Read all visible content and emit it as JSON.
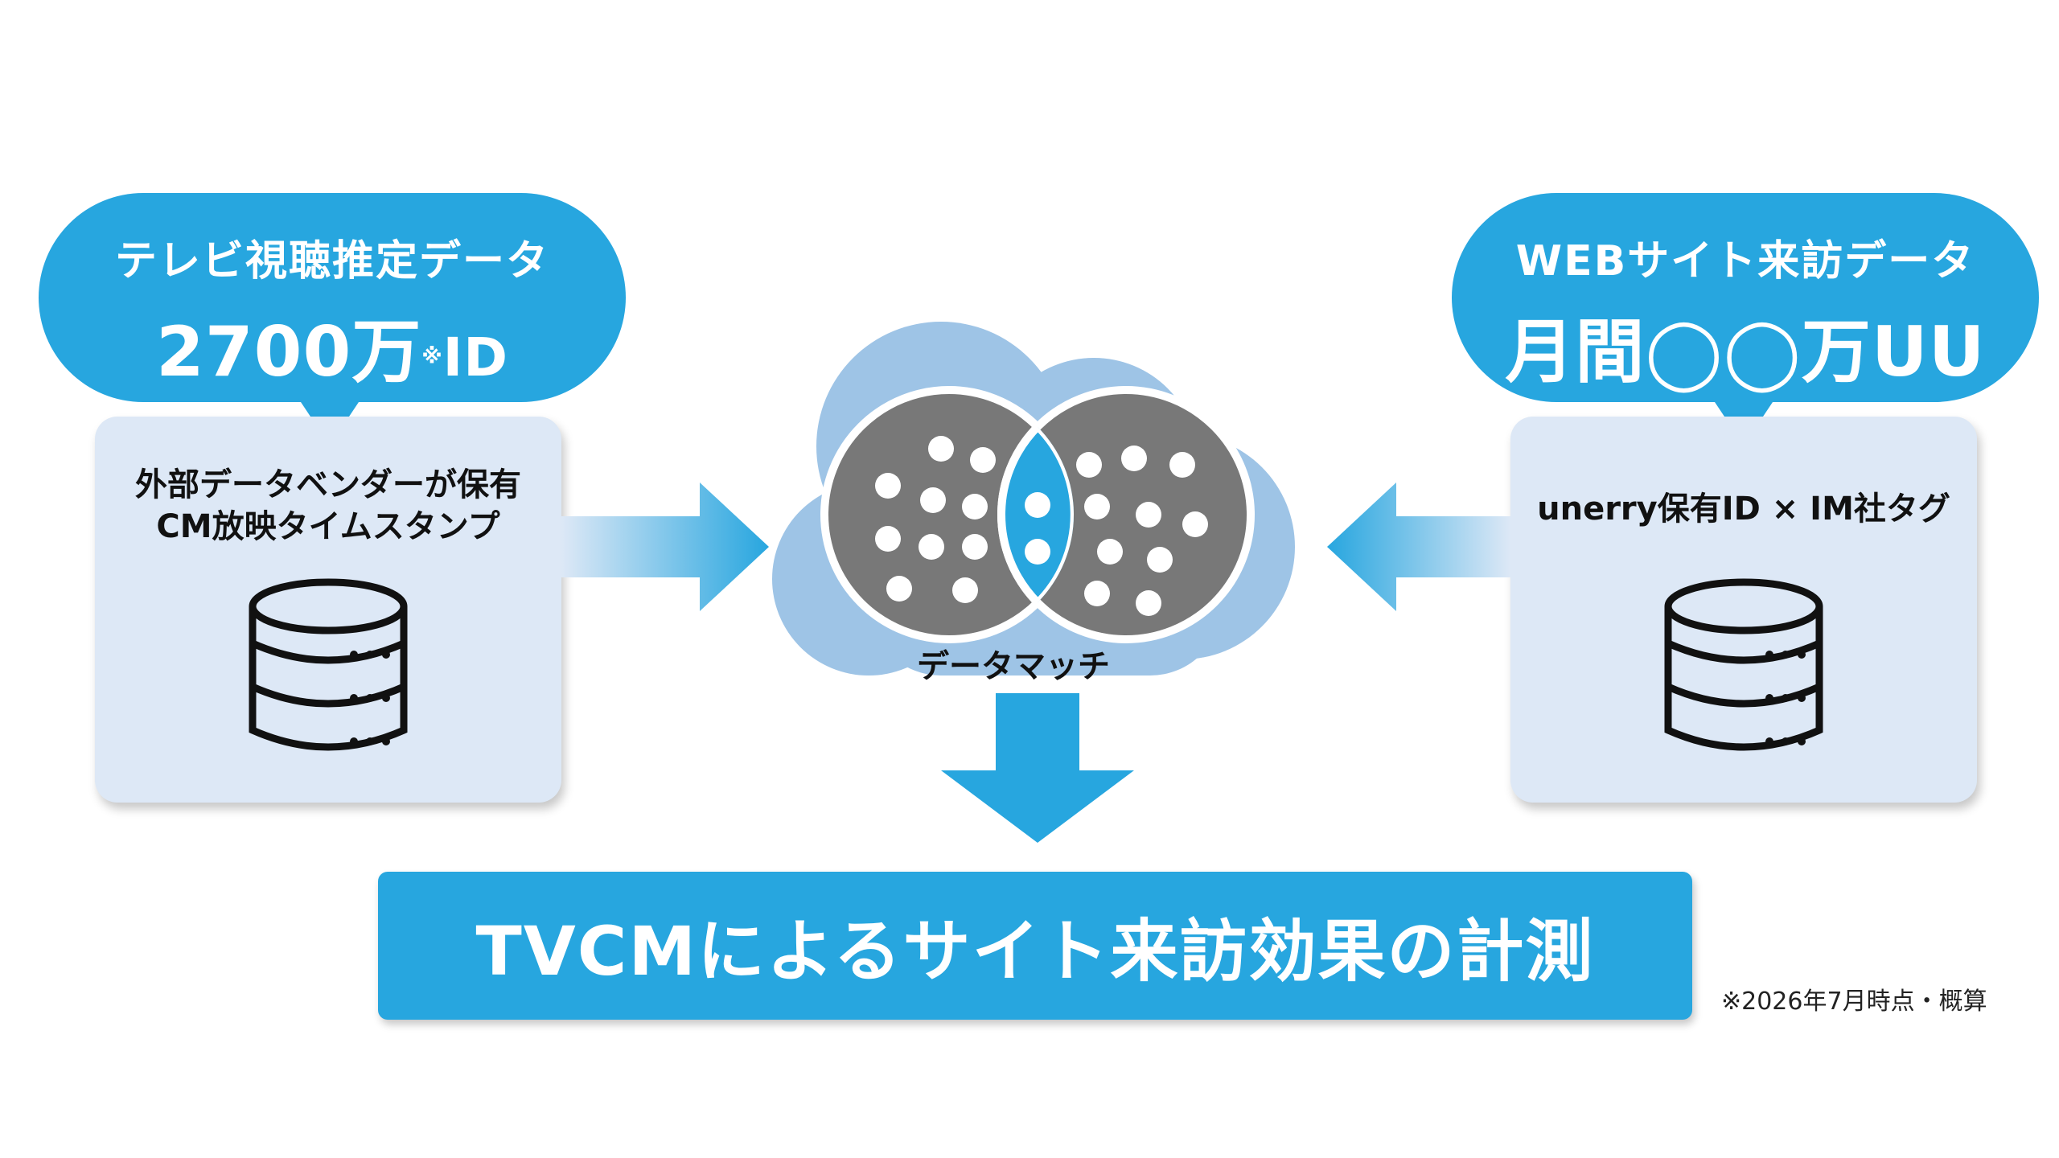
{
  "left_bubble": {
    "line1": "テレビ視聴推定データ",
    "value": "2700万",
    "mark": "※",
    "unit": "ID"
  },
  "right_bubble": {
    "line1": "WEBサイト来訪データ",
    "value": "月間◯◯万UU"
  },
  "left_card": {
    "line1": "外部データベンダーが保有",
    "line2": "CM放映タイムスタンプ",
    "icon": "database-icon"
  },
  "right_card": {
    "line1": "unerry保有ID × IM社タグ",
    "icon": "database-icon"
  },
  "center": {
    "label": "データマッチ",
    "icon": "cloud-venn-icon"
  },
  "result": {
    "label": "TVCMによるサイト来訪効果の計測"
  },
  "footnote": "※2026年7月時点・概算",
  "colors": {
    "primary": "#27a6df",
    "card": "#dde8f6",
    "cloud": "#9ec4e6",
    "circle": "#787878"
  }
}
